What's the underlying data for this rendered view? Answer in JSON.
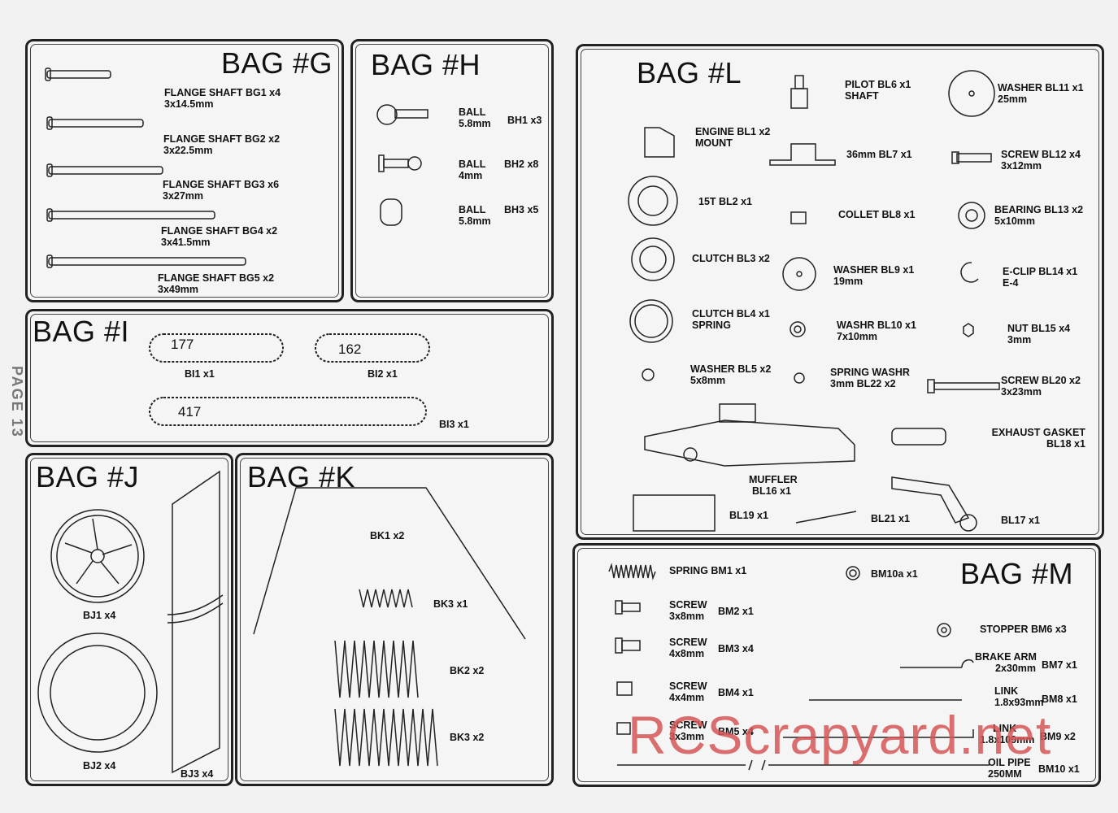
{
  "page_label": "PAGE 13",
  "watermark": "RCScrapyard.net",
  "bag_g": {
    "title": "BAG #G",
    "items": [
      {
        "name": "FLANGE SHAFT BG1  x4",
        "size": "3x14.5mm"
      },
      {
        "name": "FLANGE SHAFT BG2  x2",
        "size": "3x22.5mm"
      },
      {
        "name": "FLANGE SHAFT BG3  x6",
        "size": "3x27mm"
      },
      {
        "name": "FLANGE SHAFT BG4  x2",
        "size": "3x41.5mm"
      },
      {
        "name": "FLANGE SHAFT BG5  x2",
        "size": "3x49mm"
      }
    ]
  },
  "bag_h": {
    "title": "BAG #H",
    "items": [
      {
        "name": "BALL",
        "size": "5.8mm",
        "code": "BH1 x3"
      },
      {
        "name": "BALL",
        "size": "4mm",
        "code": "BH2 x8"
      },
      {
        "name": "BALL",
        "size": "5.8mm",
        "code": "BH3 x5"
      }
    ]
  },
  "bag_i": {
    "title": "BAG #I",
    "items": [
      {
        "teeth": "177",
        "code": "BI1  x1"
      },
      {
        "teeth": "162",
        "code": "BI2  x1"
      },
      {
        "teeth": "417",
        "code": "BI3  x1"
      }
    ]
  },
  "bag_j": {
    "title": "BAG #J",
    "items": [
      "BJ1 x4",
      "BJ2 x4",
      "BJ3  x4"
    ]
  },
  "bag_k": {
    "title": "BAG #K",
    "items": [
      "BK1  x2",
      "BK3  x1",
      "BK2  x2",
      "BK3  x2"
    ]
  },
  "bag_l": {
    "title": "BAG #L",
    "items": [
      {
        "line1": "PILOT  BL6  x1",
        "line2": "SHAFT"
      },
      {
        "line1": "WASHER  BL11  x1",
        "line2": "25mm"
      },
      {
        "line1": "ENGINE BL1 x2",
        "line2": "MOUNT"
      },
      {
        "line1": "36mm  BL7  x1",
        "line2": ""
      },
      {
        "line1": "SCREW  BL12  x4",
        "line2": "3x12mm"
      },
      {
        "line1": "15T       BL2 x1",
        "line2": ""
      },
      {
        "line1": "COLLET  BL8  x1",
        "line2": ""
      },
      {
        "line1": "BEARING   BL13  x2",
        "line2": "5x10mm"
      },
      {
        "line1": "CLUTCH BL3 x2",
        "line2": ""
      },
      {
        "line1": "WASHER  BL9  x1",
        "line2": "19mm"
      },
      {
        "line1": "E-CLIP  BL14  x1",
        "line2": "E-4"
      },
      {
        "line1": "CLUTCH    BL4 x1",
        "line2": "SPRING"
      },
      {
        "line1": "WASHR  BL10  x1",
        "line2": "7x10mm"
      },
      {
        "line1": "NUT   BL15  x4",
        "line2": "3mm"
      },
      {
        "line1": "WASHER    BL5 x2",
        "line2": "5x8mm"
      },
      {
        "line1": "SPRING WASHR",
        "line2": "3mm       BL22  x2"
      },
      {
        "line1": "SCREW  BL20  x2",
        "line2": "3x23mm"
      },
      {
        "line1": "EXHAUST GASKET",
        "line2": "BL18 x1"
      },
      {
        "line1": "MUFFLER",
        "line2": "BL16    x1"
      },
      {
        "line1": "BL19  x1",
        "line2": ""
      },
      {
        "line1": "BL21  x1",
        "line2": ""
      },
      {
        "line1": "BL17  x1",
        "line2": ""
      }
    ]
  },
  "bag_m": {
    "title": "BAG #M",
    "items": [
      {
        "line1": "SPRING   BM1   x1",
        "line2": ""
      },
      {
        "line1": "BM10a  x1",
        "line2": ""
      },
      {
        "line1": "SCREW",
        "line2": "3x8mm",
        "code": "BM2   x1"
      },
      {
        "line1": "STOPPER   BM6  x3",
        "line2": ""
      },
      {
        "line1": "SCREW",
        "line2": "4x8mm",
        "code": "BM3   x4"
      },
      {
        "line1": "BRAKE ARM",
        "line2": "2x30mm",
        "code": "BM7  x1"
      },
      {
        "line1": "SCREW",
        "line2": "4x4mm",
        "code": "BM4   x1"
      },
      {
        "line1": "LINK",
        "line2": "1.8x93mm",
        "code": "BM8  x1"
      },
      {
        "line1": "SCREW",
        "line2": "3x3mm",
        "code": "BM5   x4"
      },
      {
        "line1": "LINK",
        "line2": "1.8x109mm",
        "code": "BM9  x2"
      },
      {
        "line1": "OIL PIPE",
        "line2": "250MM",
        "code": "BM10  x1"
      }
    ]
  }
}
